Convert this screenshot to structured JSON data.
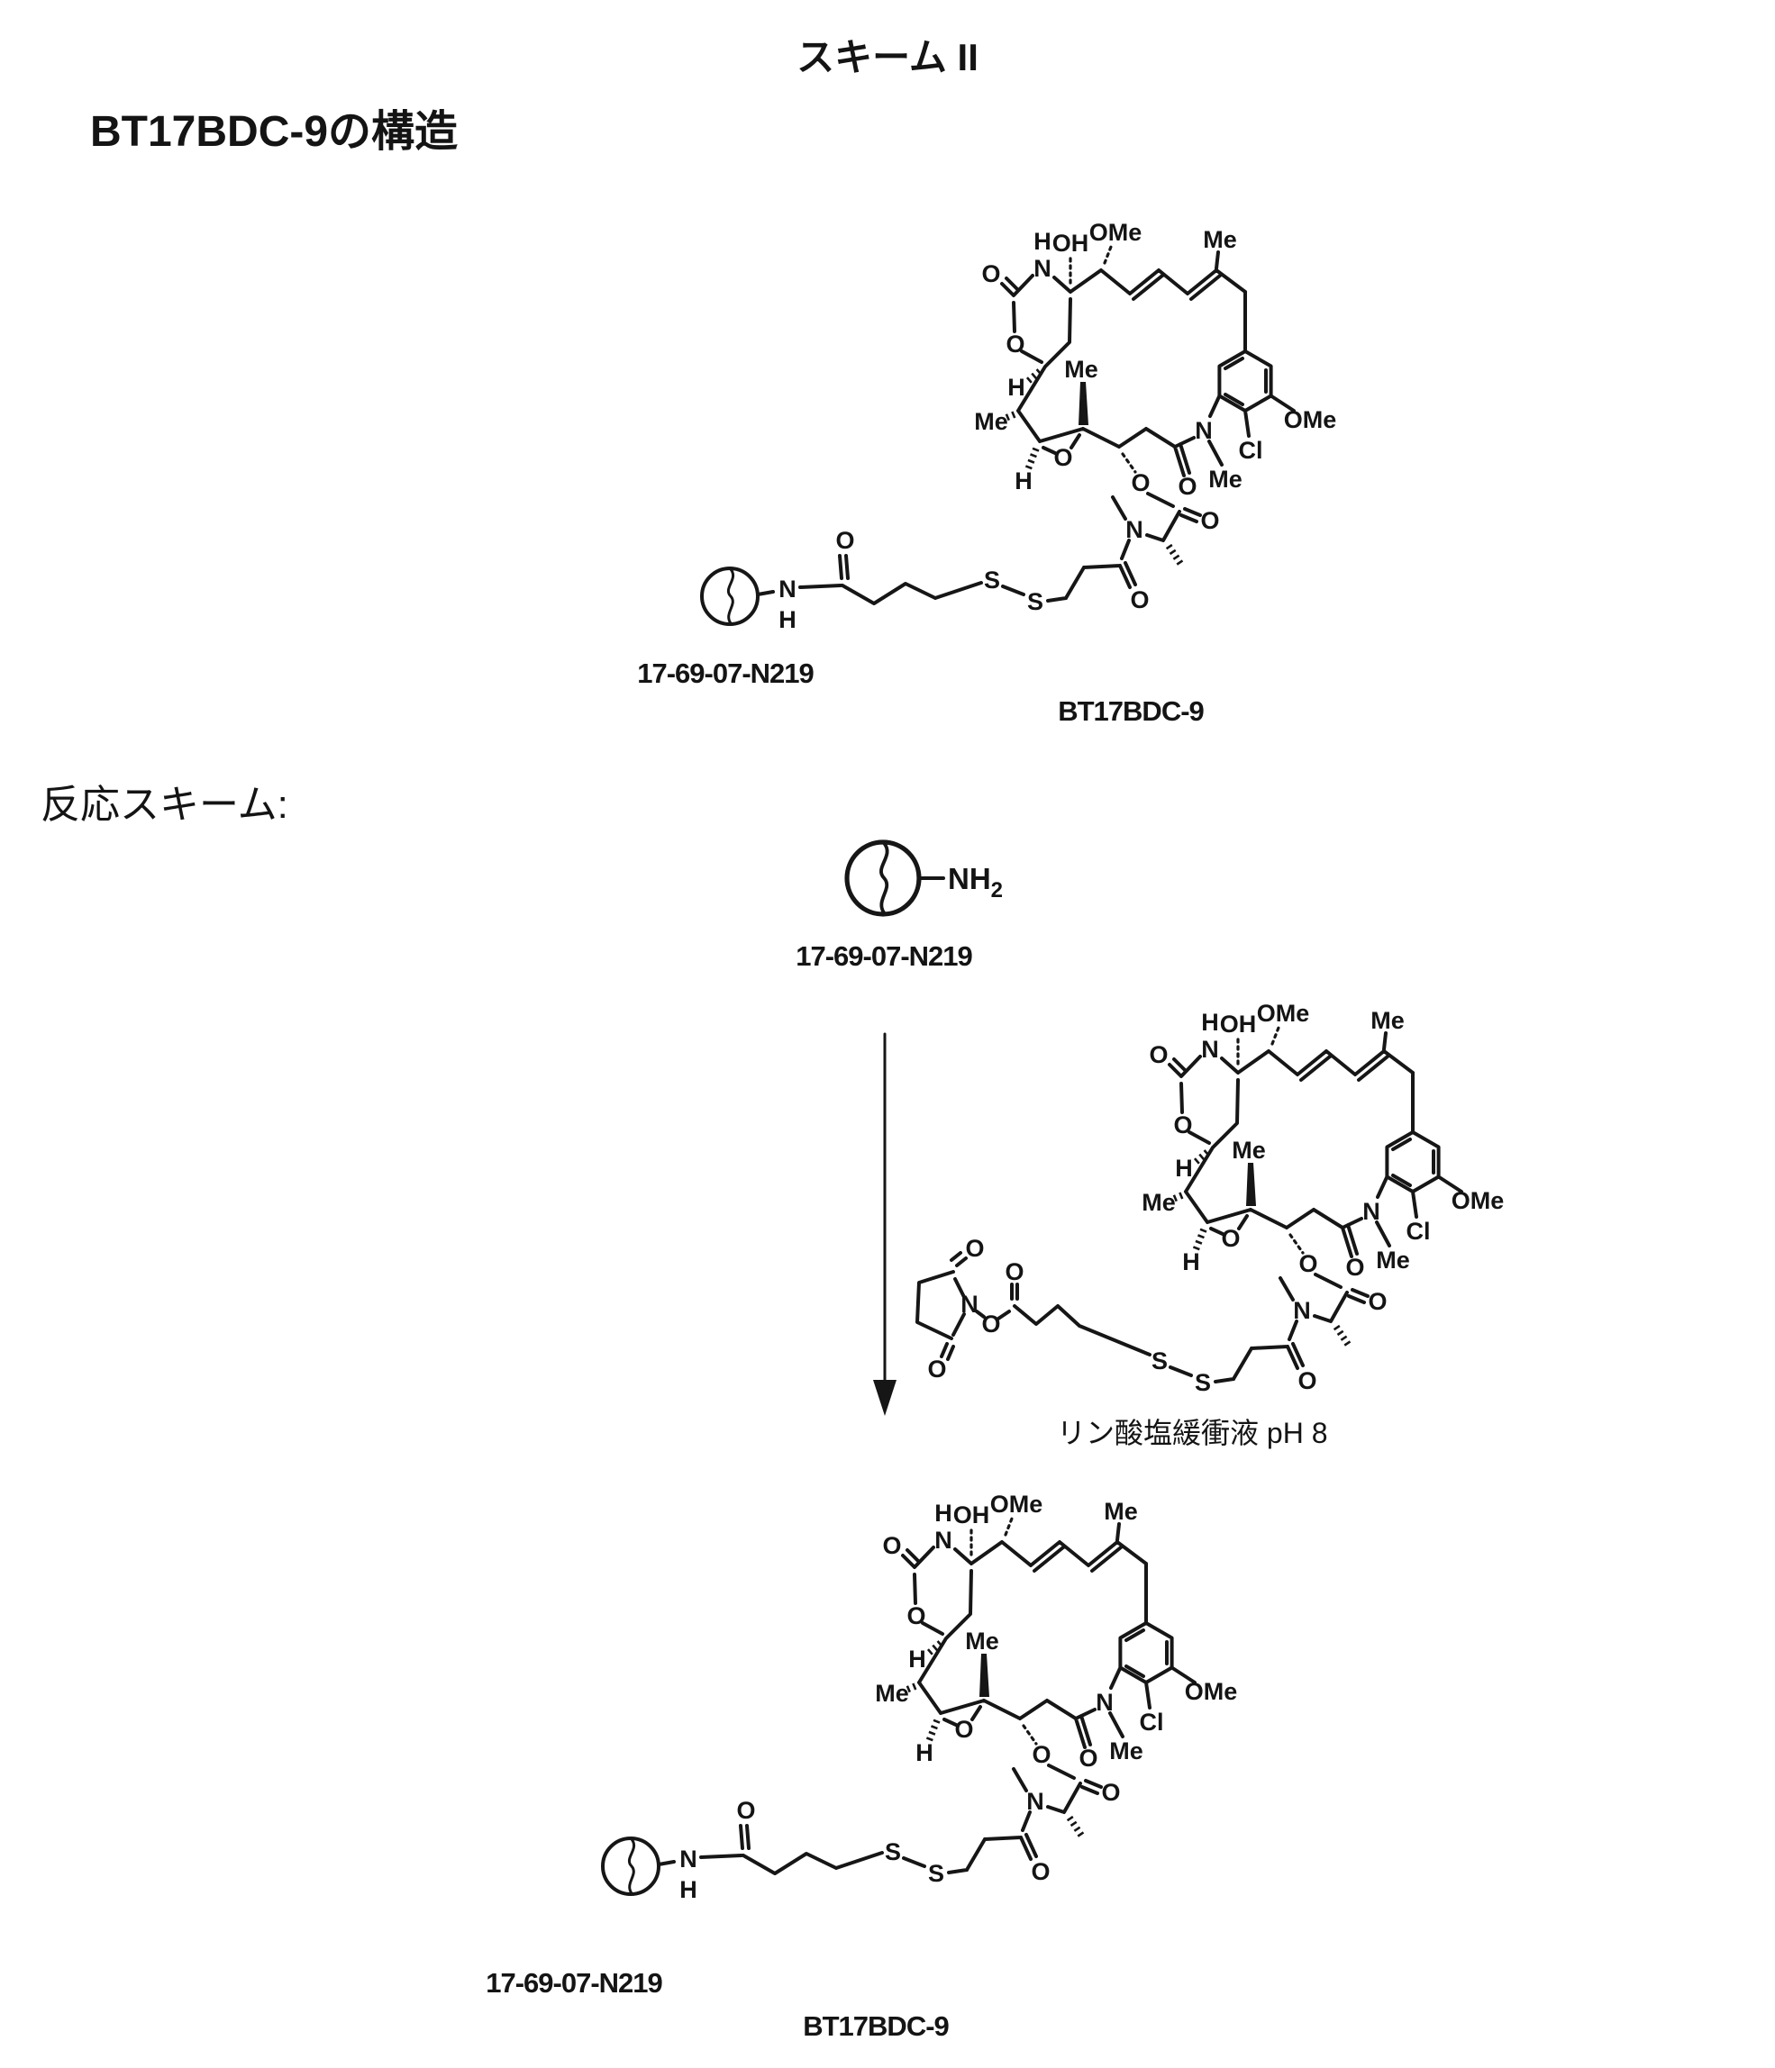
{
  "page": {
    "scheme_title": "スキーム II",
    "structure_heading": "BT17BDC-9の構造",
    "reaction_heading": "反応スキーム:",
    "reaction_condition": "リン酸塩緩衝液 pH 8"
  },
  "labels": {
    "bicycle_id": "17-69-07-N219",
    "conjugate_name": "BT17BDC-9"
  },
  "atoms": {
    "o": "O",
    "n": "N",
    "h": "H",
    "s": "S",
    "cl": "Cl",
    "oh": "OH",
    "ome": "OMe",
    "me": "Me",
    "nh": "NH",
    "sub2": "2"
  }
}
